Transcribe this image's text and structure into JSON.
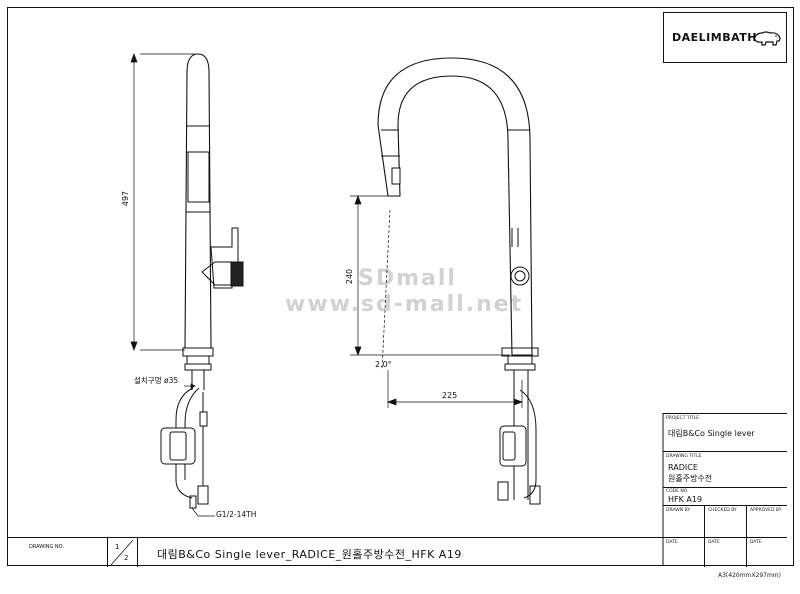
{
  "brand": {
    "logo_text": "DAELIMBATH"
  },
  "dimensions": {
    "height_total": "497",
    "height_spout": "240",
    "reach": "225",
    "angle": "2.0°",
    "hole": "설치구멍 ø35",
    "thread": "G1/2-14TH"
  },
  "watermark": {
    "line1": "SDmall",
    "line2": "www.sd-mall.net"
  },
  "title_block": {
    "project_title_label": "PROJECT TITLE",
    "project_title": "대림B&Co Single lever",
    "drawing_title_label": "DRAWING TITLE",
    "drawing_title_1": "RADICE",
    "drawing_title_2": "원홀주방수전",
    "code_label": "CODE NO.",
    "code": "HFK A19",
    "drawn_by": "DRAWN BY",
    "checked_by": "CHECKED BY",
    "approved_by": "APPROVED BY",
    "date1": "DATE",
    "date2": "DATE",
    "date3": "DATE"
  },
  "bottom": {
    "drawing_no_label": "DRAWING NO.",
    "sheet_num": "1",
    "sheet_total": "2",
    "full_title": "대림B&Co  Single lever_RADICE_원홀주방수전_HFK  A19"
  },
  "sheet_size": "A3(420mmX297mm)"
}
